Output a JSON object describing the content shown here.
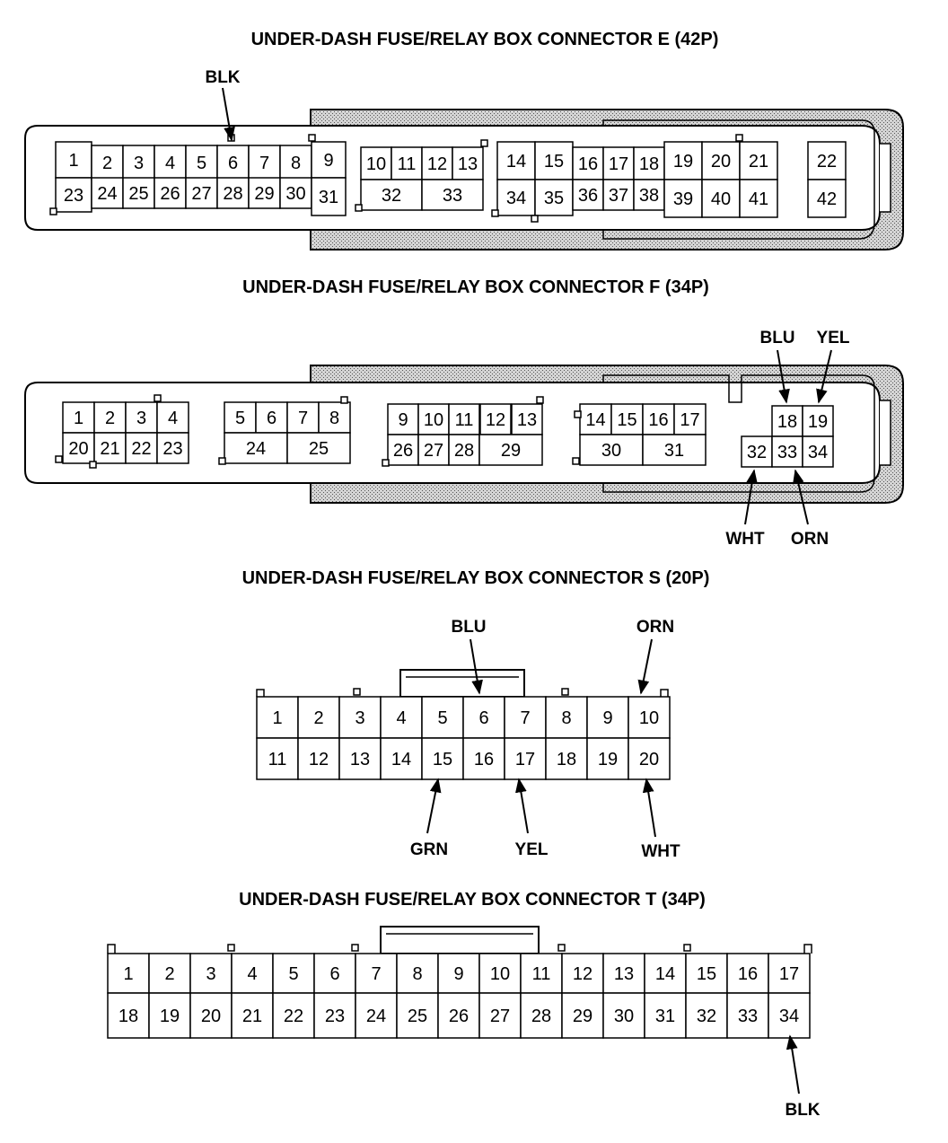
{
  "connectors": {
    "E": {
      "title": "UNDER-DASH FUSE/RELAY BOX CONNECTOR E (42P)",
      "pins": [
        "1",
        "2",
        "3",
        "4",
        "5",
        "6",
        "7",
        "8",
        "9",
        "10",
        "11",
        "12",
        "13",
        "14",
        "15",
        "16",
        "17",
        "18",
        "19",
        "20",
        "21",
        "22",
        "23",
        "24",
        "25",
        "26",
        "27",
        "28",
        "29",
        "30",
        "31",
        "32",
        "33",
        "34",
        "35",
        "36",
        "37",
        "38",
        "39",
        "40",
        "41",
        "42"
      ],
      "wires": [
        {
          "pin": "6",
          "color": "BLK"
        }
      ]
    },
    "F": {
      "title": "UNDER-DASH FUSE/RELAY BOX CONNECTOR F (34P)",
      "pins": [
        "1",
        "2",
        "3",
        "4",
        "5",
        "6",
        "7",
        "8",
        "9",
        "10",
        "11",
        "12",
        "13",
        "14",
        "15",
        "16",
        "17",
        "18",
        "19",
        "20",
        "21",
        "22",
        "23",
        "24",
        "25",
        "26",
        "27",
        "28",
        "29",
        "30",
        "31",
        "32",
        "33",
        "34"
      ],
      "wires": [
        {
          "pin": "18",
          "color": "BLU"
        },
        {
          "pin": "19",
          "color": "YEL"
        },
        {
          "pin": "32",
          "color": "WHT"
        },
        {
          "pin": "33",
          "color": "ORN"
        }
      ]
    },
    "S": {
      "title": "UNDER-DASH FUSE/RELAY BOX CONNECTOR S (20P)",
      "pins": [
        "1",
        "2",
        "3",
        "4",
        "5",
        "6",
        "7",
        "8",
        "9",
        "10",
        "11",
        "12",
        "13",
        "14",
        "15",
        "16",
        "17",
        "18",
        "19",
        "20"
      ],
      "wires": [
        {
          "pin": "6",
          "color": "BLU"
        },
        {
          "pin": "10",
          "color": "ORN"
        },
        {
          "pin": "15",
          "color": "GRN"
        },
        {
          "pin": "17",
          "color": "YEL"
        },
        {
          "pin": "20",
          "color": "WHT"
        }
      ]
    },
    "T": {
      "title": "UNDER-DASH FUSE/RELAY BOX CONNECTOR T (34P)",
      "pins": [
        "1",
        "2",
        "3",
        "4",
        "5",
        "6",
        "7",
        "8",
        "9",
        "10",
        "11",
        "12",
        "13",
        "14",
        "15",
        "16",
        "17",
        "18",
        "19",
        "20",
        "21",
        "22",
        "23",
        "24",
        "25",
        "26",
        "27",
        "28",
        "29",
        "30",
        "31",
        "32",
        "33",
        "34"
      ],
      "wires": [
        {
          "pin": "34",
          "color": "BLK"
        }
      ]
    }
  }
}
